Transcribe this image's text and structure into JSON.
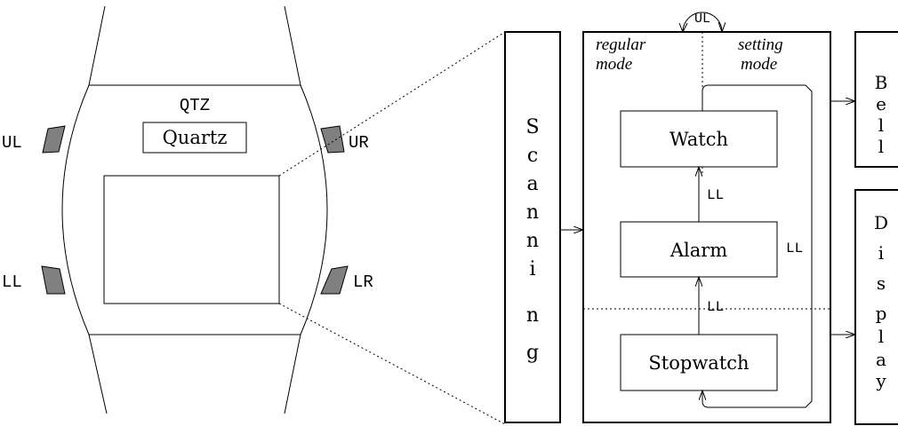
{
  "watch": {
    "brand": "QTZ",
    "label": "Quartz",
    "buttons": {
      "upper_left": "UL",
      "upper_right": "UR",
      "lower_left": "LL",
      "lower_right": "LR"
    }
  },
  "scanning": {
    "letters": [
      "S",
      "c",
      "a",
      "n",
      "n",
      "i",
      "n",
      "g"
    ]
  },
  "controller": {
    "modes": {
      "regular_line1": "regular",
      "regular_line2": "mode",
      "setting_line1": "setting",
      "setting_line2": "mode"
    },
    "toggle_label": "UL",
    "states": {
      "watch": "Watch",
      "alarm": "Alarm",
      "stopwatch": "Stopwatch"
    },
    "transition_labels": {
      "alarm_to_watch": "LL",
      "stopwatch_to_alarm": "LL",
      "watch_to_stopwatch": "LL"
    }
  },
  "outputs": {
    "bell": {
      "letters": [
        "B",
        "e",
        "l",
        "l"
      ]
    },
    "display": {
      "letters": [
        "D",
        "i",
        "s",
        "p",
        "l",
        "a",
        "y"
      ]
    }
  },
  "colors": {
    "ink": "#000000",
    "button_fill": "#808080",
    "paper": "#ffffff"
  }
}
